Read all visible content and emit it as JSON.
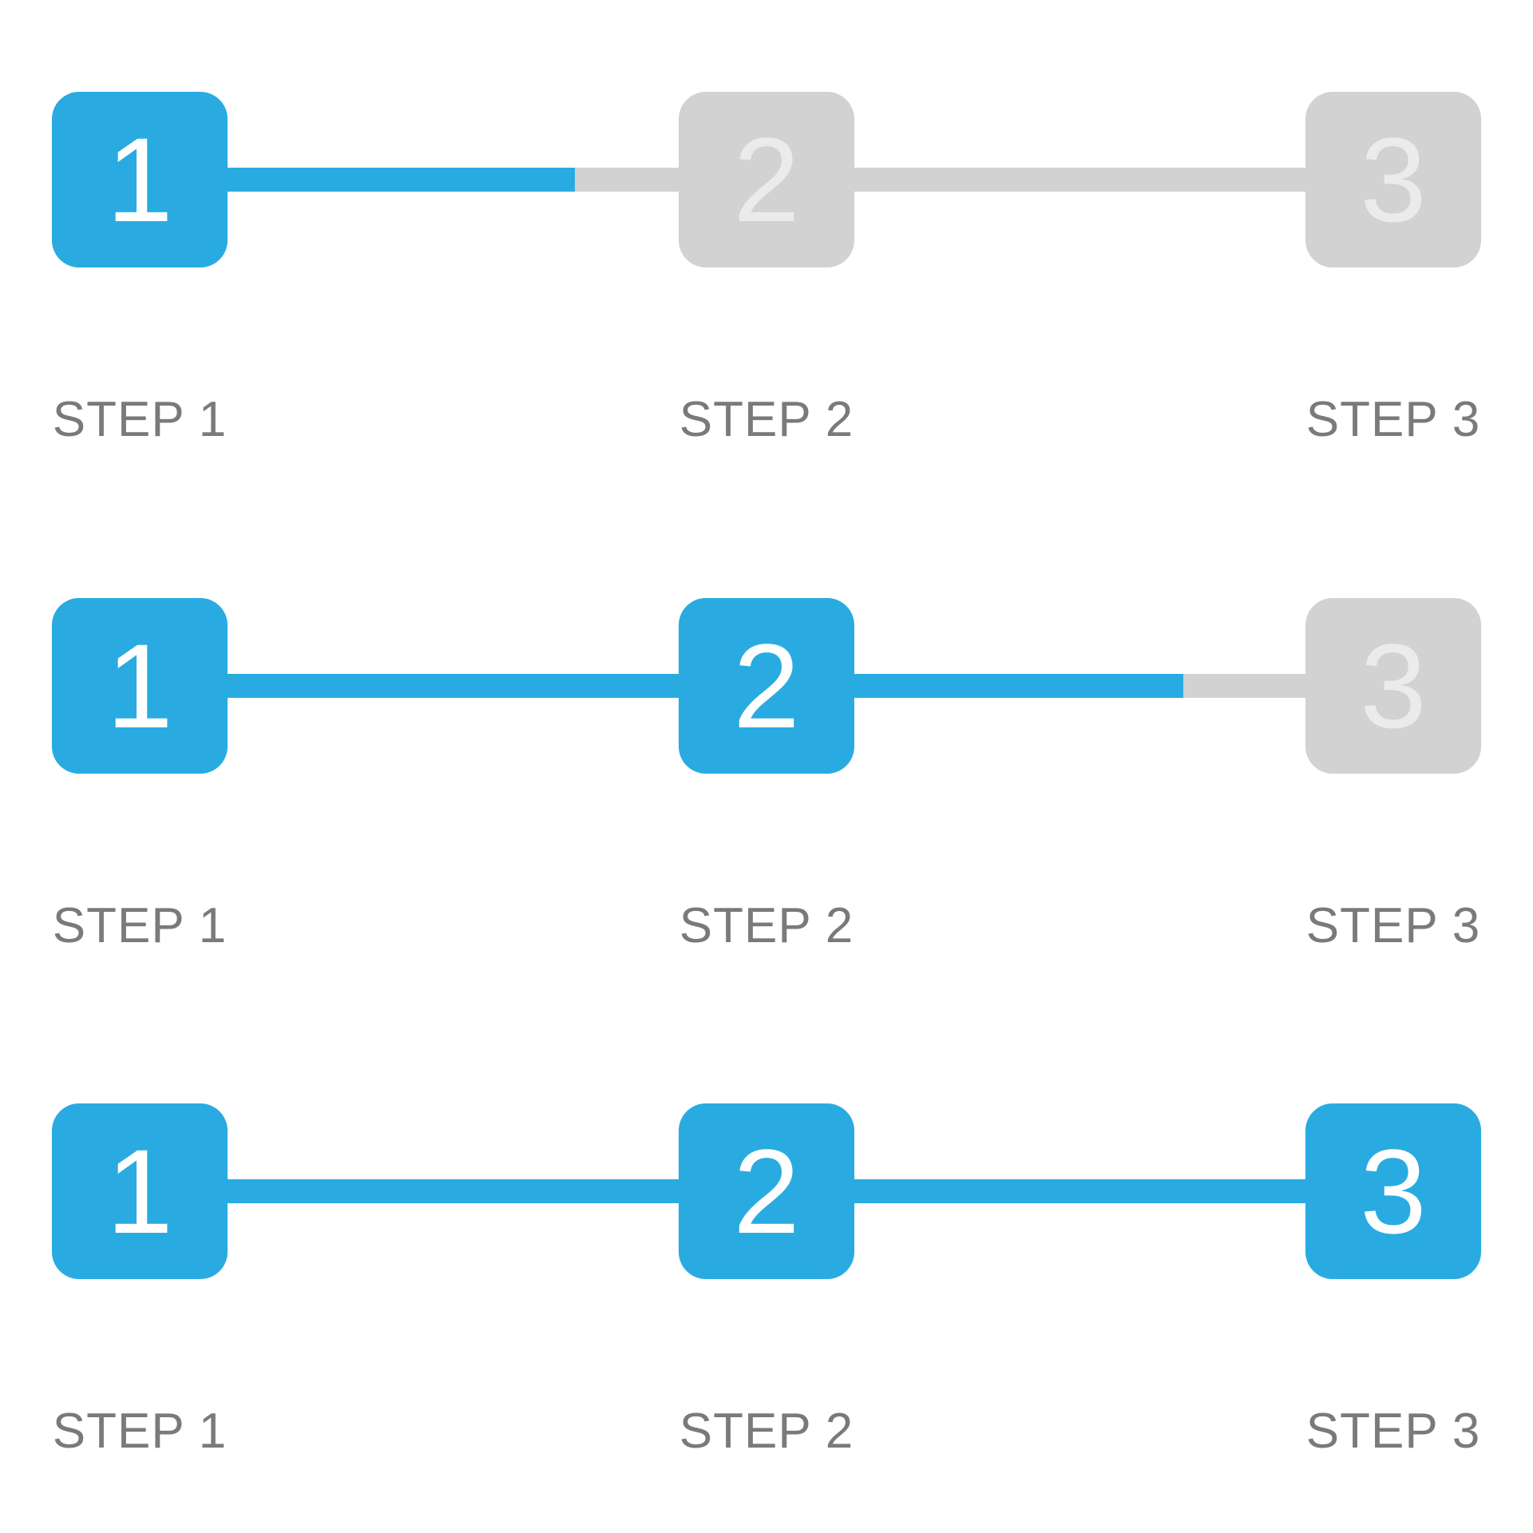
{
  "illustration": {
    "description": "Three-step progress indicator shown in three sequential states"
  },
  "colors": {
    "active": "#29abe2",
    "inactive": "#d2d2d2",
    "active_number": "#ffffff",
    "inactive_number": "#ebebeb",
    "label": "#7a7a7a",
    "background": "#ffffff"
  },
  "steppers": [
    {
      "state_name": "step-1-active",
      "steps": [
        {
          "number": "1",
          "label": "STEP 1",
          "state": "active"
        },
        {
          "number": "2",
          "label": "STEP 2",
          "state": "inactive"
        },
        {
          "number": "3",
          "label": "STEP 3",
          "state": "inactive"
        }
      ],
      "connectors": [
        {
          "fill_percent": 77
        },
        {
          "fill_percent": 0
        }
      ]
    },
    {
      "state_name": "step-2-active",
      "steps": [
        {
          "number": "1",
          "label": "STEP 1",
          "state": "active"
        },
        {
          "number": "2",
          "label": "STEP 2",
          "state": "active"
        },
        {
          "number": "3",
          "label": "STEP 3",
          "state": "inactive"
        }
      ],
      "connectors": [
        {
          "fill_percent": 100
        },
        {
          "fill_percent": 73
        }
      ]
    },
    {
      "state_name": "step-3-active",
      "steps": [
        {
          "number": "1",
          "label": "STEP 1",
          "state": "active"
        },
        {
          "number": "2",
          "label": "STEP 2",
          "state": "active"
        },
        {
          "number": "3",
          "label": "STEP 3",
          "state": "active"
        }
      ],
      "connectors": [
        {
          "fill_percent": 100
        },
        {
          "fill_percent": 100
        }
      ]
    }
  ]
}
